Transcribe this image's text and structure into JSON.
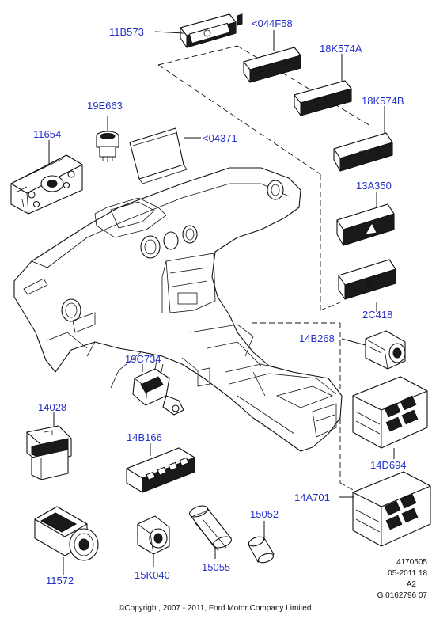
{
  "callouts": {
    "p11B573": "11B573",
    "p044F58": "<044F58",
    "p18K574A": "18K574A",
    "p19E663": "19E663",
    "p18K574B": "18K574B",
    "p11654": "11654",
    "p04371": "<04371",
    "p13A350": "13A350",
    "p2C418": "2C418",
    "p14B268": "14B268",
    "p19C734": "19C734",
    "p14028": "14028",
    "p14B166": "14B166",
    "p14D694": "14D694",
    "p14A701": "14A701",
    "p15052": "15052",
    "p11572": "11572",
    "p15K040": "15K040",
    "p15055": "15055"
  },
  "footer": {
    "ref": "4170505",
    "date": "05-2011 18",
    "rev": "A2",
    "code": "G 0162796 07",
    "copyright": "©Copyright, 2007 - 2011, Ford Motor Company Limited"
  },
  "colors": {
    "callout_text": "#2430c8",
    "line": "#111111",
    "background": "#ffffff"
  }
}
